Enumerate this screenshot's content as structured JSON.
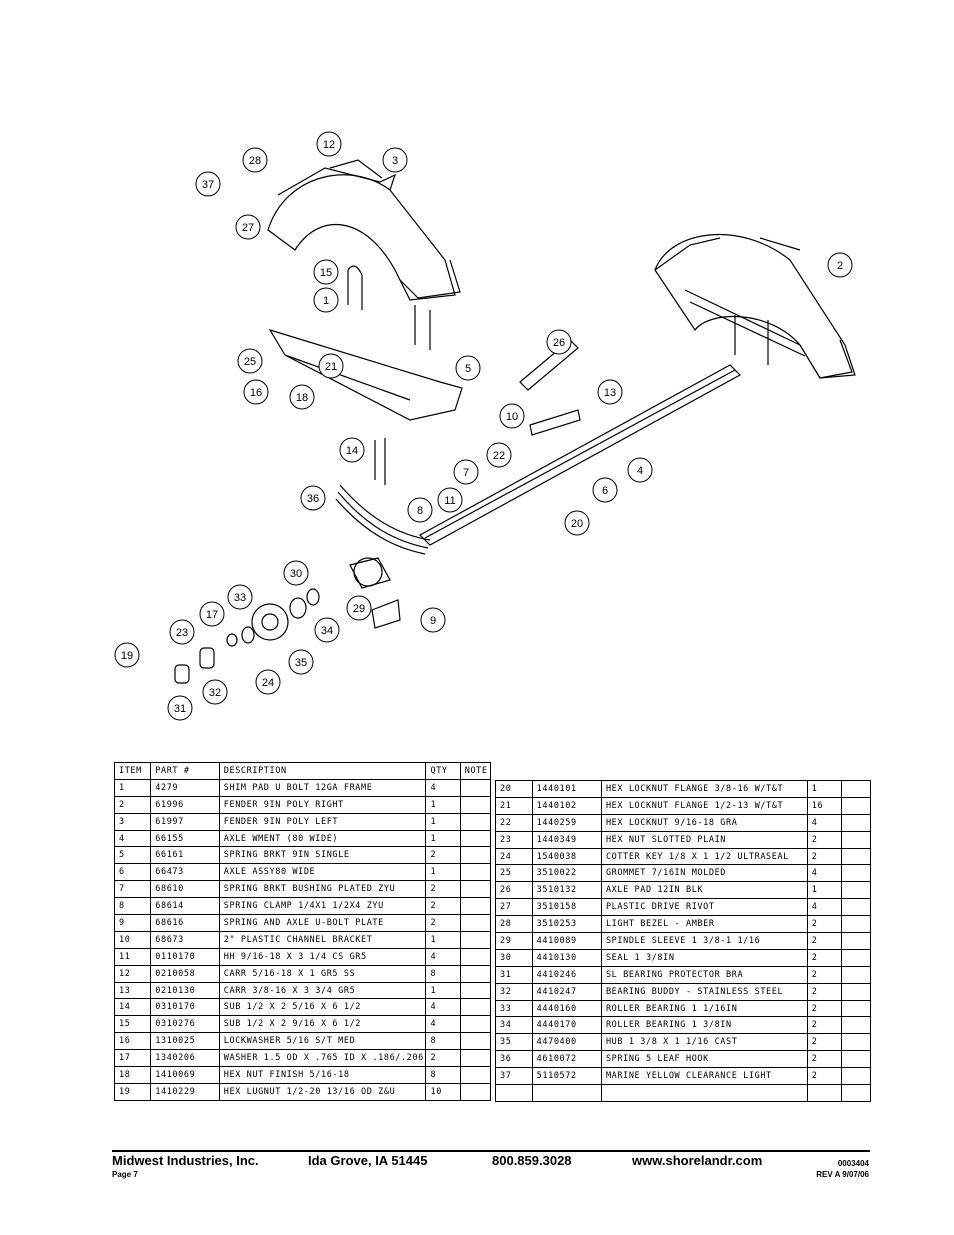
{
  "callouts": [
    "1",
    "2",
    "3",
    "4",
    "5",
    "6",
    "7",
    "8",
    "9",
    "10",
    "11",
    "12",
    "13",
    "14",
    "15",
    "16",
    "17",
    "18",
    "19",
    "20",
    "21",
    "22",
    "23",
    "24",
    "25",
    "26",
    "27",
    "28",
    "29",
    "30",
    "31",
    "32",
    "33",
    "34",
    "35",
    "36",
    "37"
  ],
  "table": {
    "headers": {
      "item": "ITEM",
      "part": "PART #",
      "description": "DESCRIPTION",
      "qty": "QTY",
      "note": "NOTE"
    },
    "left_rows": [
      {
        "item": "1",
        "part": "4279",
        "desc": "SHIM PAD   U BOLT 12GA FRAME",
        "qty": "4",
        "note": ""
      },
      {
        "item": "2",
        "part": "61996",
        "desc": "FENDER  9IN POLY RIGHT",
        "qty": "1",
        "note": ""
      },
      {
        "item": "3",
        "part": "61997",
        "desc": "FENDER  9IN POLY LEFT",
        "qty": "1",
        "note": ""
      },
      {
        "item": "4",
        "part": "66155",
        "desc": "AXLE WMENT (80 WIDE)",
        "qty": "1",
        "note": ""
      },
      {
        "item": "5",
        "part": "66161",
        "desc": "SPRING BRKT   9IN SINGLE",
        "qty": "2",
        "note": ""
      },
      {
        "item": "6",
        "part": "66473",
        "desc": "AXLE ASSY80 WIDE",
        "qty": "1",
        "note": ""
      },
      {
        "item": "7",
        "part": "68610",
        "desc": "SPRING BRKT BUSHING PLATED ZYU",
        "qty": "2",
        "note": ""
      },
      {
        "item": "8",
        "part": "68614",
        "desc": "SPRING CLAMP   1/4X1 1/2X4  ZYU",
        "qty": "2",
        "note": ""
      },
      {
        "item": "9",
        "part": "68616",
        "desc": "SPRING AND AXLE U-BOLT PLATE",
        "qty": "2",
        "note": ""
      },
      {
        "item": "10",
        "part": "68673",
        "desc": "2\" PLASTIC CHANNEL BRACKET",
        "qty": "1",
        "note": ""
      },
      {
        "item": "11",
        "part": "0110170",
        "desc": "HH 9/16-18 X 3 1/4 CS GR5",
        "qty": "4",
        "note": ""
      },
      {
        "item": "12",
        "part": "0210058",
        "desc": "CARR 5/16-18 X 1 GR5 SS",
        "qty": "8",
        "note": ""
      },
      {
        "item": "13",
        "part": "0210130",
        "desc": "CARR 3/8-16 X 3 3/4 GR5",
        "qty": "1",
        "note": ""
      },
      {
        "item": "14",
        "part": "0310170",
        "desc": "SUB 1/2 X 2 5/16 X 6 1/2",
        "qty": "4",
        "note": ""
      },
      {
        "item": "15",
        "part": "0310276",
        "desc": "SUB 1/2 X 2 9/16 X 6 1/2",
        "qty": "4",
        "note": ""
      },
      {
        "item": "16",
        "part": "1310025",
        "desc": "LOCKWASHER 5/16 S/T MED",
        "qty": "8",
        "note": ""
      },
      {
        "item": "17",
        "part": "1340206",
        "desc": "WASHER 1.5 OD X .765 ID X .186/.206",
        "qty": "2",
        "note": ""
      },
      {
        "item": "18",
        "part": "1410069",
        "desc": "HEX NUT FINISH 5/16-18",
        "qty": "8",
        "note": ""
      },
      {
        "item": "19",
        "part": "1410229",
        "desc": "HEX LUGNUT 1/2-20 13/16 OD Z&U",
        "qty": "10",
        "note": ""
      }
    ],
    "right_rows": [
      {
        "item": "20",
        "part": "1440101",
        "desc": "HEX LOCKNUT FLANGE 3/8-16 W/T&T",
        "qty": "1",
        "note": ""
      },
      {
        "item": "21",
        "part": "1440102",
        "desc": "HEX LOCKNUT FLANGE 1/2-13 W/T&T",
        "qty": "16",
        "note": ""
      },
      {
        "item": "22",
        "part": "1440259",
        "desc": "HEX LOCKNUT 9/16-18 GRA",
        "qty": "4",
        "note": ""
      },
      {
        "item": "23",
        "part": "1440349",
        "desc": "HEX NUT SLOTTED PLAIN",
        "qty": "2",
        "note": ""
      },
      {
        "item": "24",
        "part": "1540038",
        "desc": "COTTER KEY 1/8 X 1 1/2 ULTRASEAL",
        "qty": "2",
        "note": ""
      },
      {
        "item": "25",
        "part": "3510022",
        "desc": "GROMMET  7/16IN MOLDED",
        "qty": "4",
        "note": ""
      },
      {
        "item": "26",
        "part": "3510132",
        "desc": "AXLE PAD 12IN  BLK",
        "qty": "1",
        "note": ""
      },
      {
        "item": "27",
        "part": "3510158",
        "desc": "PLASTIC DRIVE RIVOT",
        "qty": "4",
        "note": ""
      },
      {
        "item": "28",
        "part": "3510253",
        "desc": "LIGHT BEZEL - AMBER",
        "qty": "2",
        "note": ""
      },
      {
        "item": "29",
        "part": "4410089",
        "desc": "SPINDLE SLEEVE  1 3/8-1 1/16",
        "qty": "2",
        "note": ""
      },
      {
        "item": "30",
        "part": "4410130",
        "desc": "SEAL  1 3/8IN",
        "qty": "2",
        "note": ""
      },
      {
        "item": "31",
        "part": "4410246",
        "desc": "SL BEARING PROTECTOR BRA",
        "qty": "2",
        "note": ""
      },
      {
        "item": "32",
        "part": "4410247",
        "desc": "BEARING BUDDY - STAINLESS STEEL",
        "qty": "2",
        "note": ""
      },
      {
        "item": "33",
        "part": "4440160",
        "desc": "ROLLER BEARING   1 1/16IN",
        "qty": "2",
        "note": ""
      },
      {
        "item": "34",
        "part": "4440170",
        "desc": "ROLLER BEARING   1 3/8IN",
        "qty": "2",
        "note": ""
      },
      {
        "item": "35",
        "part": "4470400",
        "desc": "HUB   1 3/8 X 1 1/16 CAST",
        "qty": "2",
        "note": ""
      },
      {
        "item": "36",
        "part": "4610072",
        "desc": "SPRING  5 LEAF HOOK",
        "qty": "2",
        "note": ""
      },
      {
        "item": "37",
        "part": "5110572",
        "desc": "MARINE YELLOW CLEARANCE LIGHT",
        "qty": "2",
        "note": ""
      },
      {
        "item": "",
        "part": "",
        "desc": "",
        "qty": "",
        "note": ""
      }
    ]
  },
  "footer": {
    "company": "Midwest Industries, Inc.",
    "location": "Ida Grove, IA  51445",
    "phone": "800.859.3028",
    "website": "www.shorelandr.com",
    "doc_number": "0003404",
    "page": "Page 7",
    "revision": "REV A  9/07/06"
  }
}
